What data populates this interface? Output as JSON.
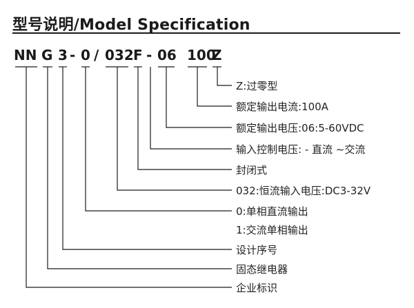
{
  "title": "型号说明/Model Specification",
  "code_parts": {
    "brand": "NN",
    "relay": "G",
    "design": "3",
    "dash1": "-",
    "control": "0",
    "slash": "/",
    "input_voltage": "032",
    "package": "F",
    "dash2": "-",
    "output_voltage": "06",
    "output_current": "100",
    "zero": "Z"
  },
  "descriptions": {
    "zero": "Z:过零型",
    "current": "额定输出电流:100A",
    "voltage": "额定输出电压:06:5-60VDC",
    "input_control": "输入控制电压: - 直流  ~交流",
    "package": "封闭式",
    "input_voltage": "032:恒流输入电压:DC3-32V",
    "control_dc": "0:单相直流输出",
    "control_ac": "1:交流单相输出",
    "design": "设计序号",
    "relay": "固态继电器",
    "brand": "企业标识"
  }
}
